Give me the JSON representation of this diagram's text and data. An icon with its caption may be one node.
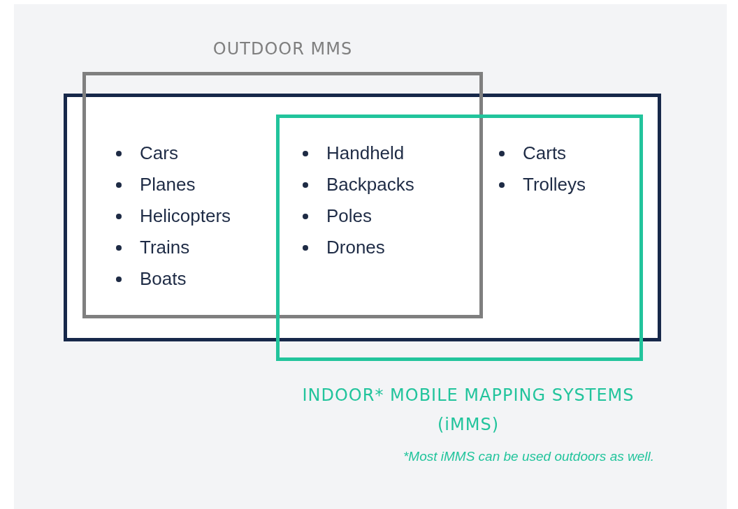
{
  "diagram": {
    "nodes": [
      {
        "text": [
          "OUTDOOR MMS"
        ]
      },
      {
        "text": [],
        "shape": "box"
      },
      {
        "text": [
          "INDOOR* MOBILE MAPPING SYSTEMS (iMMS)"
        ]
      }
    ],
    "labels": [
      "Cars",
      "Planes",
      "Helicopters",
      "Trains",
      "Boats",
      "Handheld",
      "Backpacks",
      "Poles",
      "Drones",
      "Carts",
      "Trolleys",
      "*Most iMMS can be used outdoors as well."
    ]
  }
}
